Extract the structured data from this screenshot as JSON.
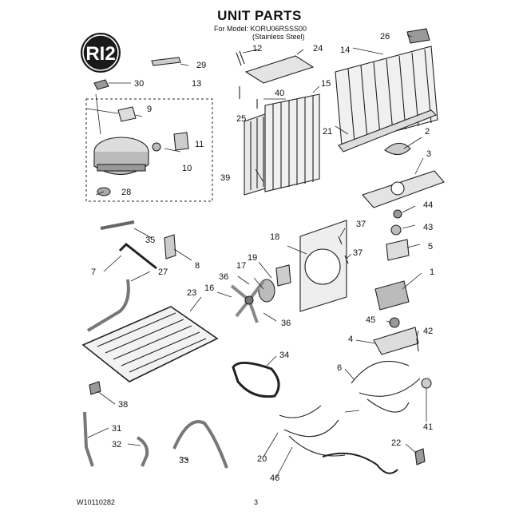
{
  "header": {
    "title": "UNIT PARTS",
    "model_line": "For Model: KORU06RSSS00",
    "finish_line": "(Stainless Steel)"
  },
  "logo": {
    "text": "RI2"
  },
  "footer": {
    "doc_number": "W10110282",
    "page_number": "3"
  },
  "callouts": [
    "26",
    "12",
    "24",
    "14",
    "29",
    "30",
    "13",
    "9",
    "40",
    "15",
    "25",
    "11",
    "10",
    "21",
    "2",
    "3",
    "39",
    "28",
    "44",
    "37",
    "43",
    "18",
    "35",
    "5",
    "8",
    "37",
    "19",
    "7",
    "27",
    "17",
    "1",
    "36",
    "16",
    "23",
    "36",
    "45",
    "42",
    "4",
    "34",
    "6",
    "38",
    "41",
    "31",
    "32",
    "22",
    "33",
    "20",
    "46"
  ]
}
